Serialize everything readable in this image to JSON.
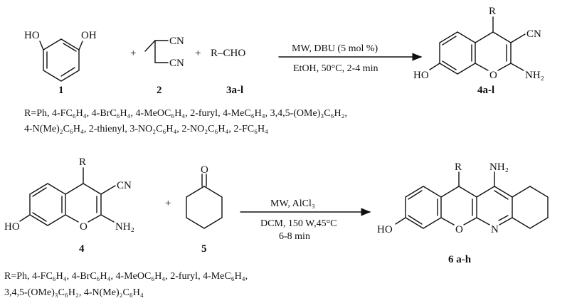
{
  "reaction1": {
    "resorcinol": {
      "oh_left": "HO",
      "oh_right": "OH",
      "number": "1"
    },
    "plus1": "+",
    "malononitrile": {
      "cn_top": "CN",
      "cn_bottom": "CN",
      "number": "2"
    },
    "plus2": "+",
    "aldehyde": {
      "formula": "R–CHO",
      "number": "3a-l"
    },
    "conditions_above": "MW, DBU (5 mol %)",
    "conditions_below": "EtOH, 50°C, 2-4 min",
    "product": {
      "r": "R",
      "cn": "CN",
      "ho": "HO",
      "o": "O",
      "nh2": "NH₂",
      "number": "4a-l"
    },
    "r_groups_line1": "R=Ph, 4-FC₆H₄, 4-BrC₆H₄, 4-MeOC₆H₄, 2-furyl, 4-MeC₆H₄, 3,4,5-(OMe)₃C₆H₂,",
    "r_groups_line2": "4-N(Me)₂C₆H₄, 2-thienyl, 3-NO₂C₆H₄, 2-NO₂C₆H₄, 2-FC₆H₄"
  },
  "reaction2": {
    "reactant": {
      "r": "R",
      "cn": "CN",
      "ho": "HO",
      "o": "O",
      "nh2": "NH₂",
      "number": "4"
    },
    "plus": "+",
    "cyclohexanone": {
      "o": "O",
      "number": "5"
    },
    "conditions_above": "MW, AlCl₃",
    "conditions_below1": "DCM, 150 W,45°C",
    "conditions_below2": "6-8 min",
    "product": {
      "r": "R",
      "nh2": "NH₂",
      "ho": "HO",
      "o": "O",
      "n": "N",
      "number": "6 a-h"
    },
    "r_groups_line1": "R=Ph, 4-FC₆H₄, 4-BrC₆H₄, 4-MeOC₆H₄,  2-furyl, 4-MeC₆H₄,",
    "r_groups_line2": "3,4,5-(OMe)₃C₆H₂,  4-N(Me)₂C₆H₄"
  }
}
